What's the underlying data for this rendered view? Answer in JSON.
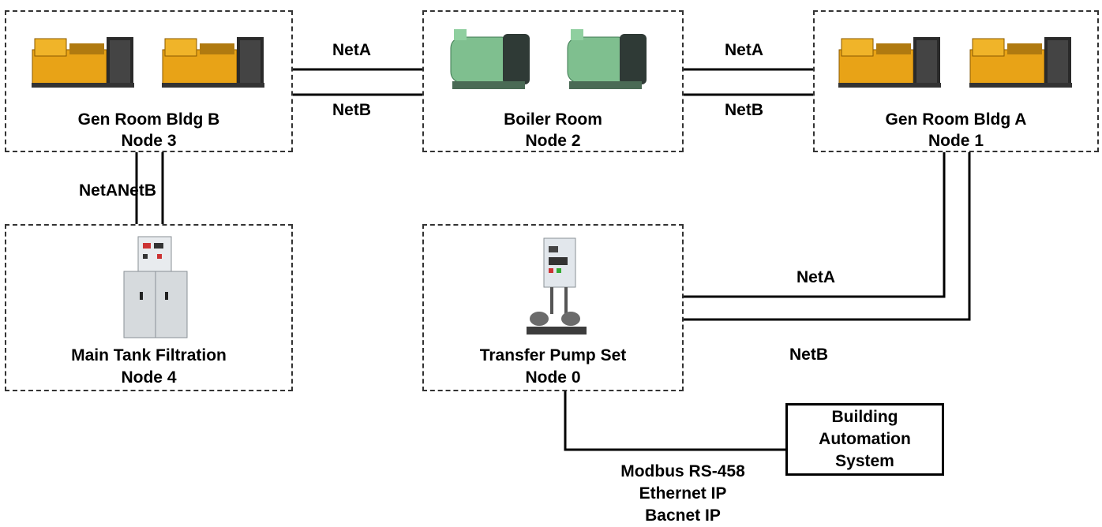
{
  "nodes": {
    "gen_b": {
      "name": "Gen Room Bldg B",
      "node": "Node 3",
      "equipment": "generator-icon"
    },
    "boiler": {
      "name": "Boiler Room",
      "node": "Node 2",
      "equipment": "boiler-icon"
    },
    "gen_a": {
      "name": "Gen Room Bldg A",
      "node": "Node 1",
      "equipment": "generator-icon"
    },
    "tank": {
      "name": "Main Tank Filtration",
      "node": "Node 4",
      "equipment": "control-cabinet-icon"
    },
    "pump": {
      "name": "Transfer Pump Set",
      "node": "Node 0",
      "equipment": "pump-skid-icon"
    }
  },
  "links": {
    "b_boiler_a": "NetA",
    "b_boiler_b": "NetB",
    "boiler_a_a": "NetA",
    "boiler_a_b": "NetB",
    "gen_b_tank": "NetANetB",
    "pump_a": "NetA",
    "pump_b": "NetB"
  },
  "bas": {
    "line1": "Building",
    "line2": "Automation",
    "line3": "System"
  },
  "protocols": [
    "Modbus RS-458",
    "Ethernet IP",
    "Bacnet IP"
  ],
  "colors": {
    "generator": "#e8a317",
    "boiler": "#7fbf8f",
    "cabinet": "#d6dadd"
  }
}
